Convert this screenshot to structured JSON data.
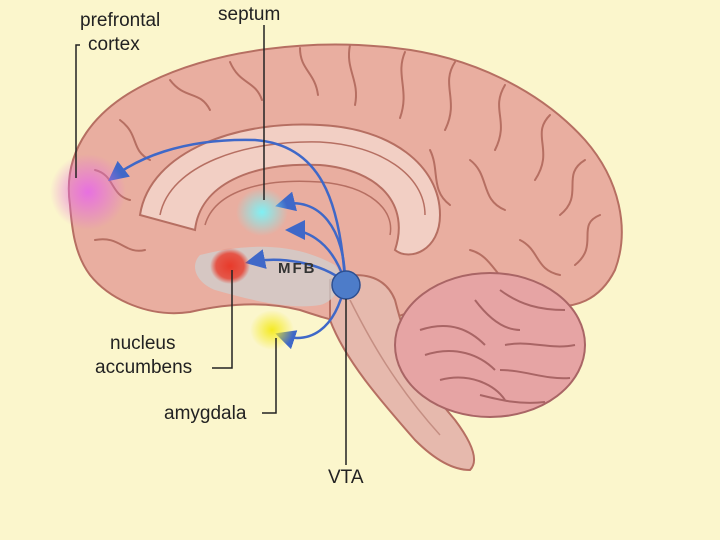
{
  "labels": {
    "prefrontal_line1": "prefrontal",
    "prefrontal_line2": "cortex",
    "septum": "septum",
    "mfb": "MFB",
    "nucleus_line1": "nucleus",
    "nucleus_line2": "accumbens",
    "amygdala": "amygdala",
    "vta": "VTA"
  },
  "colors": {
    "background": "#fbf6cc",
    "brain": "#e9aea0",
    "brain_outline": "#b66f62",
    "pathway": "#3f68c8",
    "prefrontal": "#e770e0",
    "septum": "#7ff0f4",
    "nucleus_accumbens": "#e83a2a",
    "amygdala": "#f4ea22",
    "vta": "#4d7cc9"
  }
}
